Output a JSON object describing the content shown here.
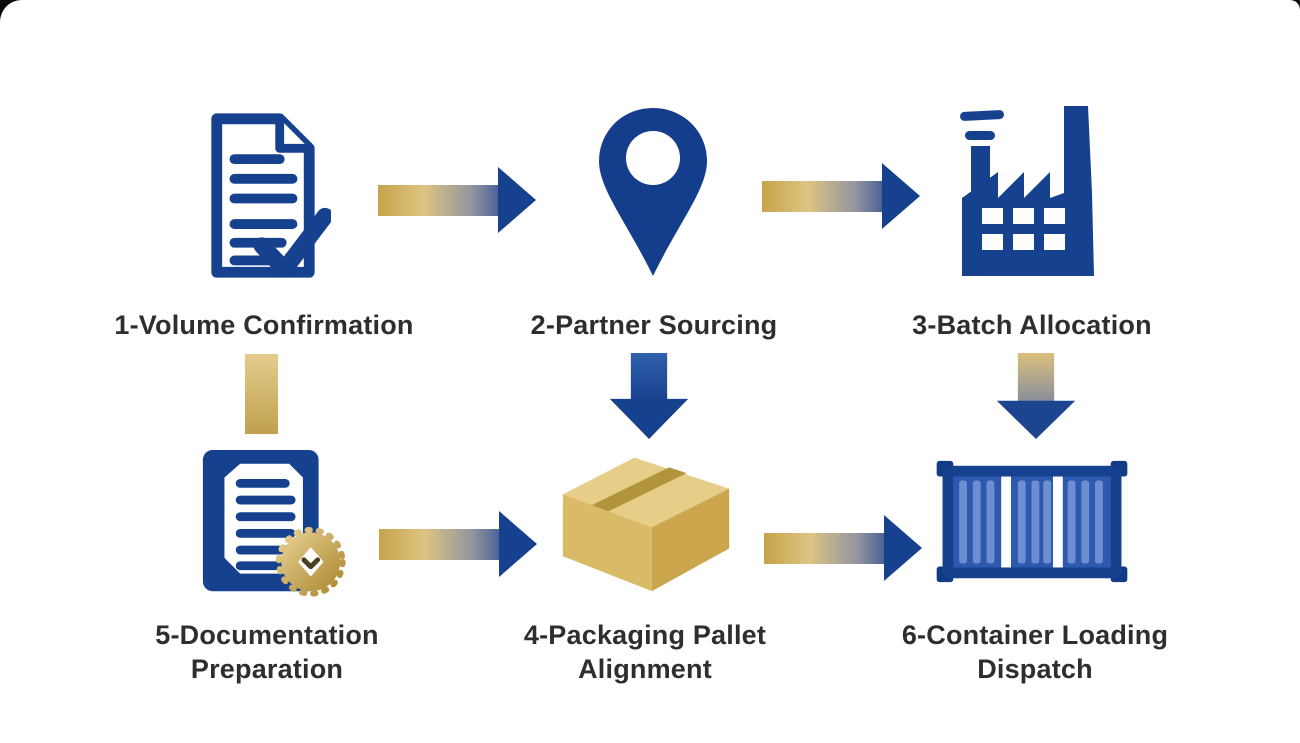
{
  "diagram": {
    "type": "process-flow",
    "steps": [
      {
        "id": "volume-confirmation",
        "order": 1,
        "icon": "document-check-icon",
        "label_lines": [
          "1-Volume Confirmation"
        ]
      },
      {
        "id": "partner-sourcing",
        "order": 2,
        "icon": "location-pin-icon",
        "label_lines": [
          "2-Partner Sourcing"
        ]
      },
      {
        "id": "batch-allocation",
        "order": 3,
        "icon": "factory-icon",
        "label_lines": [
          "3-Batch Allocation"
        ]
      },
      {
        "id": "packaging-pallet-alignment",
        "order": 4,
        "icon": "package-box-icon",
        "label_lines": [
          "4-Packaging Pallet",
          "Alignment"
        ]
      },
      {
        "id": "documentation-preparation",
        "order": 5,
        "icon": "document-seal-icon",
        "label_lines": [
          "5-Documentation",
          "Preparation"
        ]
      },
      {
        "id": "container-loading-dispatch",
        "order": 6,
        "icon": "shipping-container-icon",
        "label_lines": [
          "6-Container Loading",
          "Dispatch"
        ]
      }
    ],
    "connectors": [
      {
        "from": "volume-confirmation",
        "to": "partner-sourcing",
        "direction": "right",
        "style": "gold-to-blue-arrow"
      },
      {
        "from": "partner-sourcing",
        "to": "batch-allocation",
        "direction": "right",
        "style": "gold-to-blue-arrow"
      },
      {
        "from": "volume-confirmation",
        "to": "documentation-preparation",
        "direction": "down",
        "style": "gold-bar"
      },
      {
        "from": "partner-sourcing",
        "to": "packaging-pallet-alignment",
        "direction": "down",
        "style": "blue-arrow"
      },
      {
        "from": "batch-allocation",
        "to": "container-loading-dispatch",
        "direction": "down",
        "style": "gold-to-blue-arrow"
      },
      {
        "from": "documentation-preparation",
        "to": "packaging-pallet-alignment",
        "direction": "right",
        "style": "gold-to-blue-arrow"
      },
      {
        "from": "packaging-pallet-alignment",
        "to": "container-loading-dispatch",
        "direction": "right",
        "style": "gold-to-blue-arrow"
      }
    ],
    "colors": {
      "navy": "#16418f",
      "arrow_head_blue": "#16418f",
      "container_fill": "#2d59ae",
      "container_stripe": "#6d8fd2",
      "gold": "#cfab55",
      "gold_light": "#e4cc8d",
      "gold_dark": "#b2943c",
      "label_text": "#2e2e2e",
      "background": "#ffffff"
    }
  }
}
